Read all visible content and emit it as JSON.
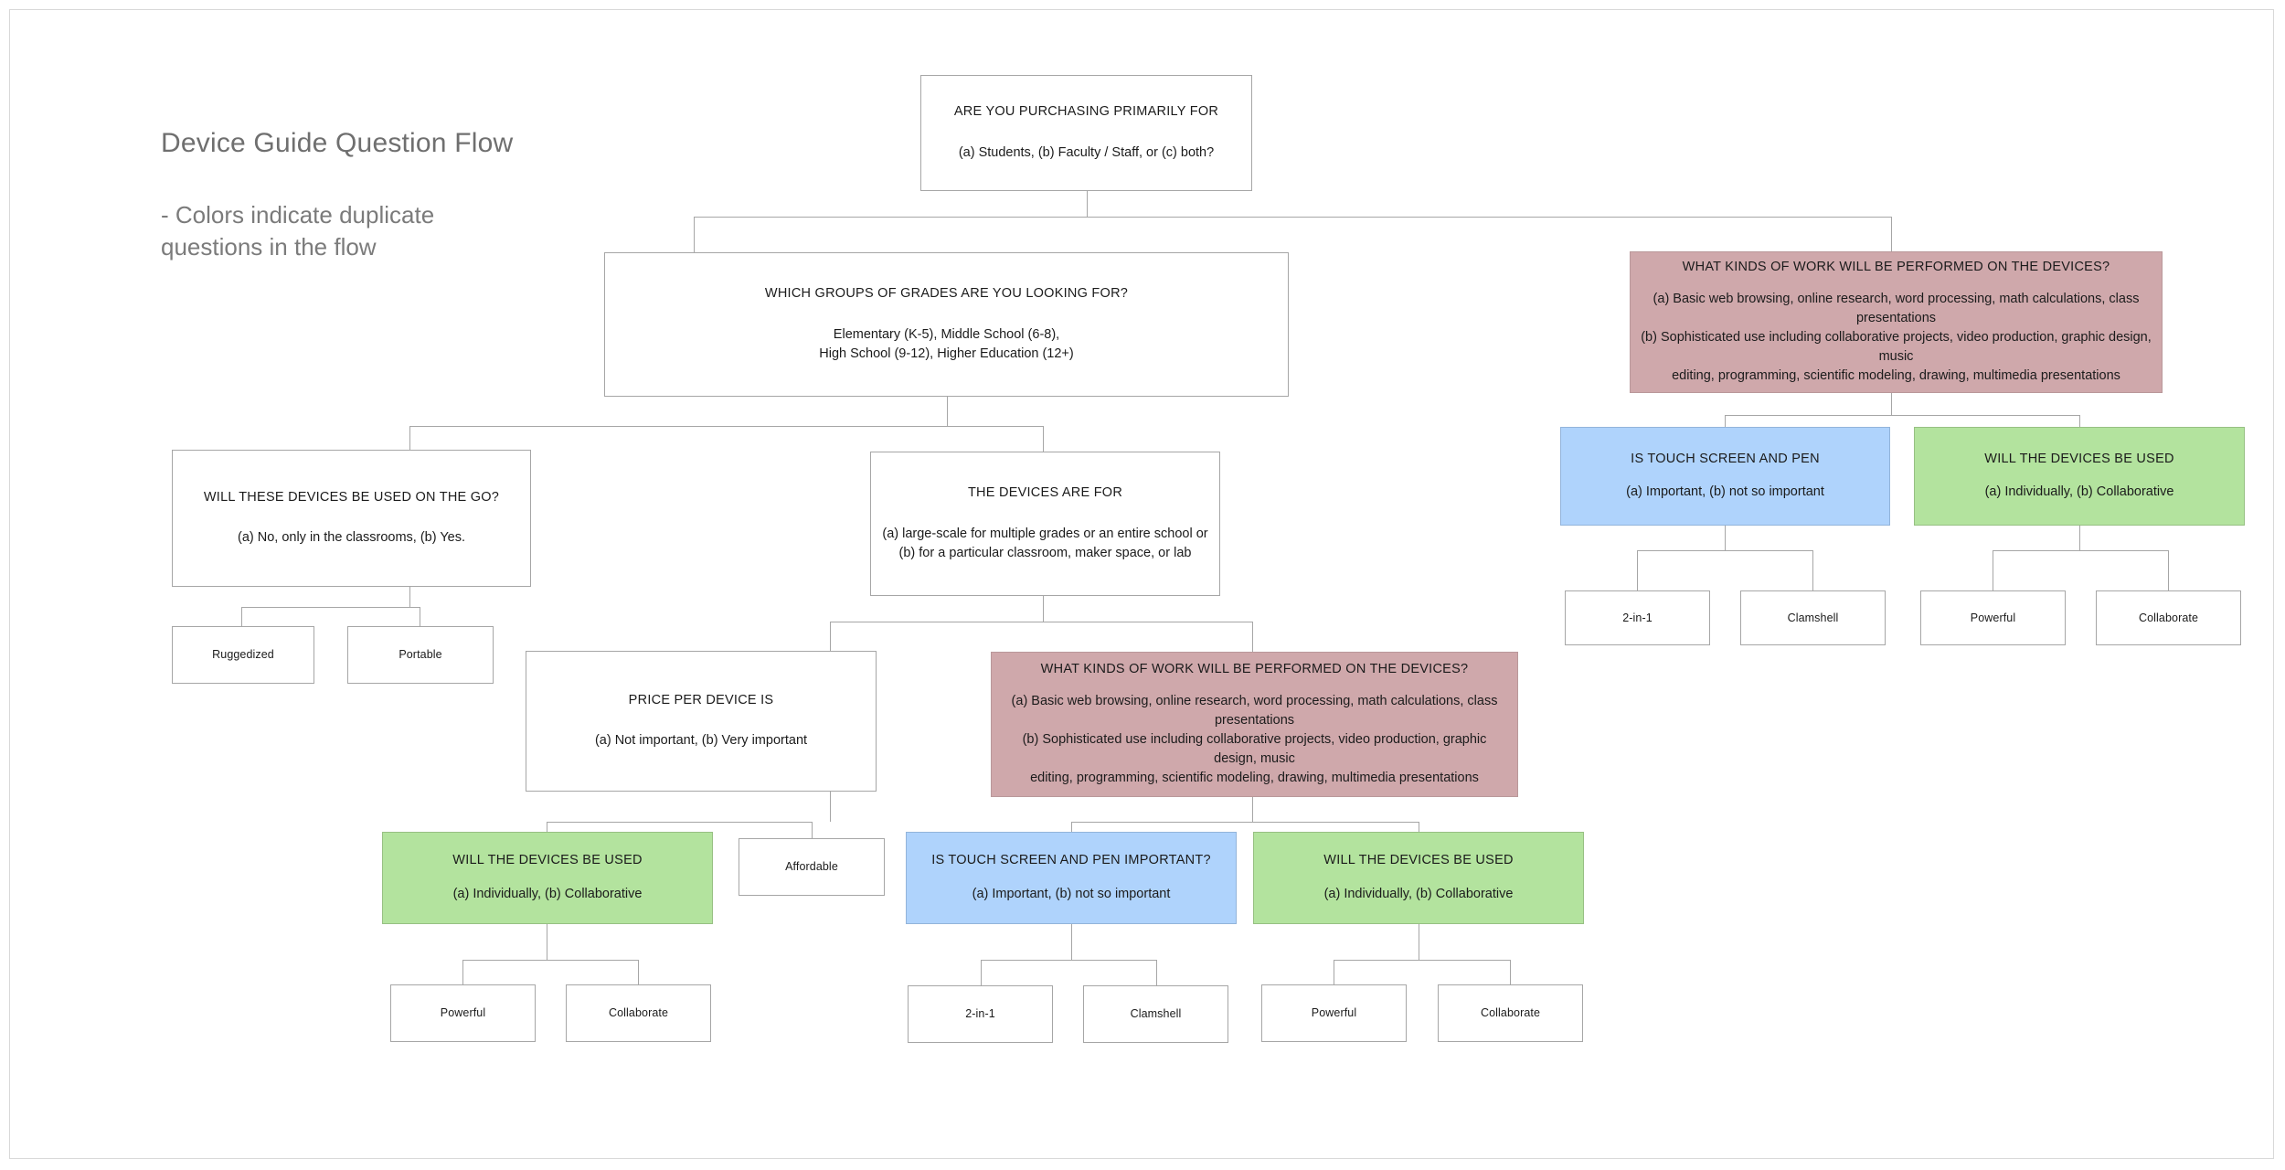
{
  "title": {
    "heading": "Device Guide Question Flow",
    "note": "- Colors indicate duplicate questions in the flow"
  },
  "legend": {
    "pink_label": "duplicate-question-pink",
    "blue_label": "duplicate-question-blue",
    "green_label": "duplicate-question-green"
  },
  "colors": {
    "pink": "#cfa8ab",
    "blue": "#afd3fc",
    "green": "#b3e39e",
    "box_border": "#a6a6a6",
    "connector": "#a6a6a6",
    "title_text": "#6f6f6f",
    "body_text": "#1b1b1b",
    "page_background": "#ffffff"
  },
  "nodes": {
    "root": {
      "question": "ARE YOU PURCHASING PRIMARILY FOR",
      "answers": "(a) Students, (b) Faculty / Staff, or (c) both?"
    },
    "grades": {
      "question": "WHICH GROUPS OF GRADES ARE YOU LOOKING FOR?",
      "answers_line1": "Elementary (K-5), Middle School (6-8),",
      "answers_line2": "High School (9-12), Higher Education (12+)"
    },
    "work_right": {
      "question": "WHAT KINDS OF WORK WILL BE PERFORMED ON THE DEVICES?",
      "answers_line1": "(a) Basic web browsing, online research, word processing, math calculations, class presentations",
      "answers_line2": "(b) Sophisticated use including collaborative projects, video production, graphic design, music",
      "answers_line3": "editing, programming, scientific modeling, drawing, multimedia presentations"
    },
    "touch_right": {
      "question": "IS TOUCH SCREEN AND PEN",
      "answers": "(a) Important, (b) not so important"
    },
    "used_right": {
      "question": "WILL THE DEVICES BE USED",
      "answers": "(a) Individually, (b) Collaborative"
    },
    "leaf_2in1_right": {
      "label": "2-in-1"
    },
    "leaf_clamshell_right": {
      "label": "Clamshell"
    },
    "leaf_powerful_right": {
      "label": "Powerful"
    },
    "leaf_collaborate_right": {
      "label": "Collaborate"
    },
    "on_the_go": {
      "question": "WILL THESE DEVICES BE USED ON THE GO?",
      "answers": "(a) No, only in the classrooms, (b) Yes."
    },
    "leaf_ruggedized": {
      "label": "Ruggedized"
    },
    "leaf_portable": {
      "label": "Portable"
    },
    "devices_for": {
      "question": "THE DEVICES ARE FOR",
      "answers_line1": "(a) large-scale for multiple grades or an entire school or",
      "answers_line2": "(b) for a particular classroom, maker space, or lab"
    },
    "price": {
      "question": "PRICE PER DEVICE IS",
      "answers": "(a) Not important, (b) Very important"
    },
    "work_center": {
      "question": "WHAT KINDS OF WORK WILL BE PERFORMED ON THE DEVICES?",
      "answers_line1": "(a) Basic web browsing, online research, word processing, math calculations, class presentations",
      "answers_line2": "(b) Sophisticated use including collaborative projects, video production, graphic design, music",
      "answers_line3": "editing, programming, scientific modeling, drawing, multimedia presentations"
    },
    "used_left": {
      "question": "WILL THE DEVICES BE USED",
      "answers": "(a) Individually, (b) Collaborative"
    },
    "leaf_affordable": {
      "label": "Affordable"
    },
    "touch_center": {
      "question": "IS TOUCH SCREEN AND PEN IMPORTANT?",
      "answers": "(a) Important, (b) not so important"
    },
    "used_center": {
      "question": "WILL THE DEVICES BE USED",
      "answers": "(a) Individually, (b) Collaborative"
    },
    "leaf_powerful_left": {
      "label": "Powerful"
    },
    "leaf_collaborate_left": {
      "label": "Collaborate"
    },
    "leaf_2in1_center": {
      "label": "2-in-1"
    },
    "leaf_clamshell_center": {
      "label": "Clamshell"
    },
    "leaf_powerful_center": {
      "label": "Powerful"
    },
    "leaf_collaborate_center": {
      "label": "Collaborate"
    }
  }
}
